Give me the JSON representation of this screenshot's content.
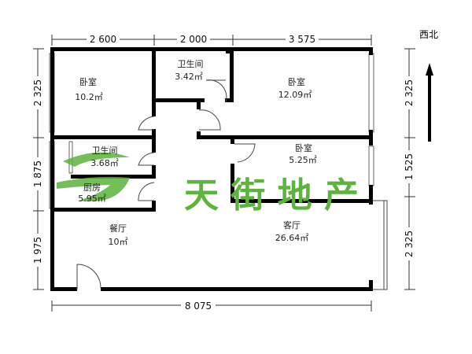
{
  "compass": {
    "label": "西北"
  },
  "dimensions": {
    "top": [
      "2 600",
      "2 000",
      "3 575"
    ],
    "left": [
      "2 325",
      "1 875",
      "1 975"
    ],
    "right": [
      "2 325",
      "1 525",
      "2 325"
    ],
    "bottom": "8 075"
  },
  "rooms": [
    {
      "name": "卧室",
      "area": "10.2㎡"
    },
    {
      "name": "卫生间",
      "area": "3.42㎡"
    },
    {
      "name": "卧室",
      "area": "12.09㎡"
    },
    {
      "name": "卫生间",
      "area": "3.68㎡"
    },
    {
      "name": "厨房",
      "area": "5.95㎡"
    },
    {
      "name": "卧室",
      "area": "5.25㎡"
    },
    {
      "name": "餐厅",
      "area": "10㎡"
    },
    {
      "name": "客厅",
      "area": "26.64㎡"
    }
  ],
  "watermark": {
    "text": "天 街 地 产",
    "color": "#5cb33d"
  }
}
